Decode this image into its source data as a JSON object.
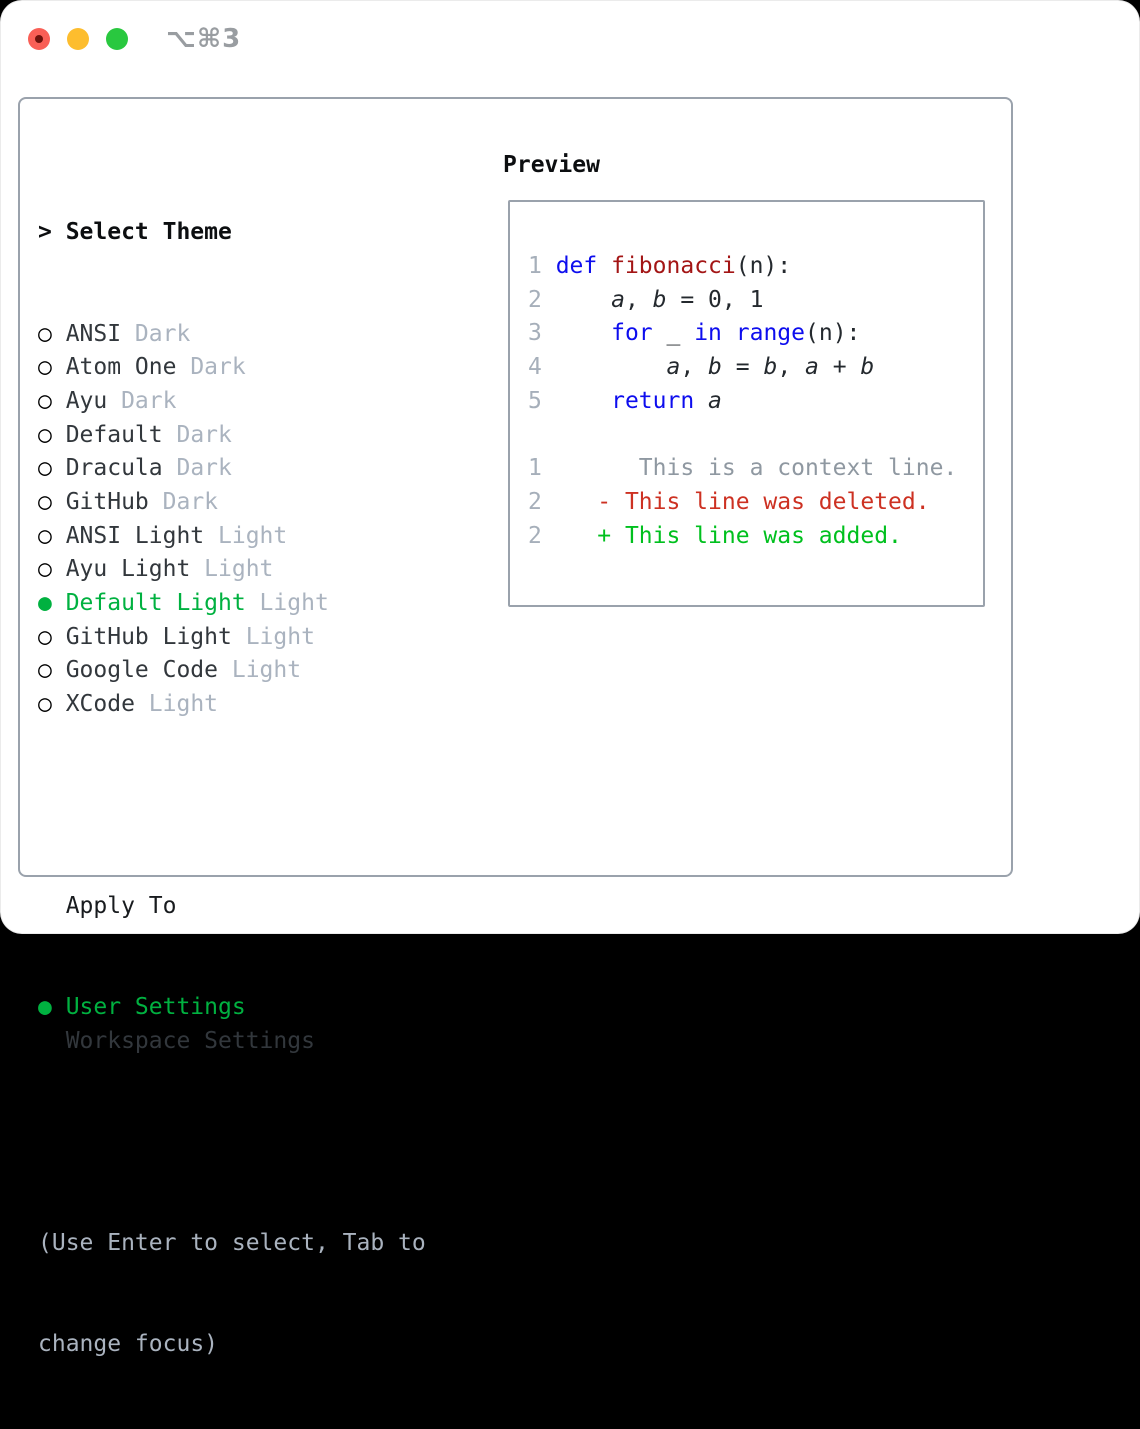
{
  "titlebar": {
    "shortcut_label": "⌥⌘3"
  },
  "theme_picker": {
    "header_marker": ">",
    "header": "Select Theme",
    "unselected_marker": "○",
    "selected_marker": "●",
    "items": [
      {
        "name": "ANSI",
        "tag": "Dark",
        "selected": false
      },
      {
        "name": "Atom One",
        "tag": "Dark",
        "selected": false
      },
      {
        "name": "Ayu",
        "tag": "Dark",
        "selected": false
      },
      {
        "name": "Default",
        "tag": "Dark",
        "selected": false
      },
      {
        "name": "Dracula",
        "tag": "Dark",
        "selected": false
      },
      {
        "name": "GitHub",
        "tag": "Dark",
        "selected": false
      },
      {
        "name": "ANSI Light",
        "tag": "Light",
        "selected": false
      },
      {
        "name": "Ayu Light",
        "tag": "Light",
        "selected": false
      },
      {
        "name": "Default Light",
        "tag": "Light",
        "selected": true
      },
      {
        "name": "GitHub Light",
        "tag": "Light",
        "selected": false
      },
      {
        "name": "Google Code",
        "tag": "Light",
        "selected": false
      },
      {
        "name": "XCode",
        "tag": "Light",
        "selected": false
      }
    ],
    "apply_to": {
      "header": "Apply To",
      "options": [
        {
          "name": "User Settings",
          "selected": true
        },
        {
          "name": "Workspace Settings",
          "selected": false
        }
      ]
    },
    "hint_line1": "(Use Enter to select, Tab to",
    "hint_line2": "change focus)"
  },
  "preview": {
    "title": "Preview",
    "lines": [
      {
        "num": "1",
        "tokens": [
          [
            "kw",
            "def"
          ],
          [
            "pl",
            " "
          ],
          [
            "fn",
            "fibonacci"
          ],
          [
            "pl",
            "(n):"
          ]
        ]
      },
      {
        "num": "2",
        "tokens": [
          [
            "pl",
            "    "
          ],
          [
            "var",
            "a"
          ],
          [
            "pl",
            ", "
          ],
          [
            "var",
            "b"
          ],
          [
            "pl",
            " = 0, 1"
          ]
        ]
      },
      {
        "num": "3",
        "tokens": [
          [
            "pl",
            "    "
          ],
          [
            "kw",
            "for"
          ],
          [
            "pl",
            " _ "
          ],
          [
            "kw",
            "in"
          ],
          [
            "pl",
            " "
          ],
          [
            "kw",
            "range"
          ],
          [
            "pl",
            "(n):"
          ]
        ]
      },
      {
        "num": "4",
        "tokens": [
          [
            "pl",
            "        "
          ],
          [
            "var",
            "a"
          ],
          [
            "pl",
            ", "
          ],
          [
            "var",
            "b"
          ],
          [
            "pl",
            " = "
          ],
          [
            "var",
            "b"
          ],
          [
            "pl",
            ", "
          ],
          [
            "var",
            "a"
          ],
          [
            "pl",
            " + "
          ],
          [
            "var",
            "b"
          ]
        ]
      },
      {
        "num": "5",
        "tokens": [
          [
            "pl",
            "    "
          ],
          [
            "kw",
            "return"
          ],
          [
            "pl",
            " "
          ],
          [
            "var",
            "a"
          ]
        ]
      },
      {
        "num": "",
        "tokens": []
      },
      {
        "num": "1",
        "tokens": [
          [
            "ctx",
            "      This is a context line."
          ]
        ]
      },
      {
        "num": "2",
        "tokens": [
          [
            "del",
            "   - This line was deleted."
          ]
        ]
      },
      {
        "num": "2",
        "tokens": [
          [
            "add",
            "   + This line was added."
          ]
        ]
      }
    ]
  },
  "colors": {
    "selected_green": "#00b140",
    "added_green": "#00c01e",
    "deleted_red": "#cd3122",
    "keyword_blue": "#0d0dee",
    "function_dark_red": "#a31515",
    "gutter_gray": "#a6afba",
    "tag_gray": "#aab3bf",
    "context_gray": "#8f98a1",
    "border_gray": "#9aa2ac",
    "traffic_red": "#f95f56",
    "traffic_red_dot": "#6d120c",
    "traffic_yellow": "#fdbd2e",
    "traffic_green": "#29c83f"
  }
}
